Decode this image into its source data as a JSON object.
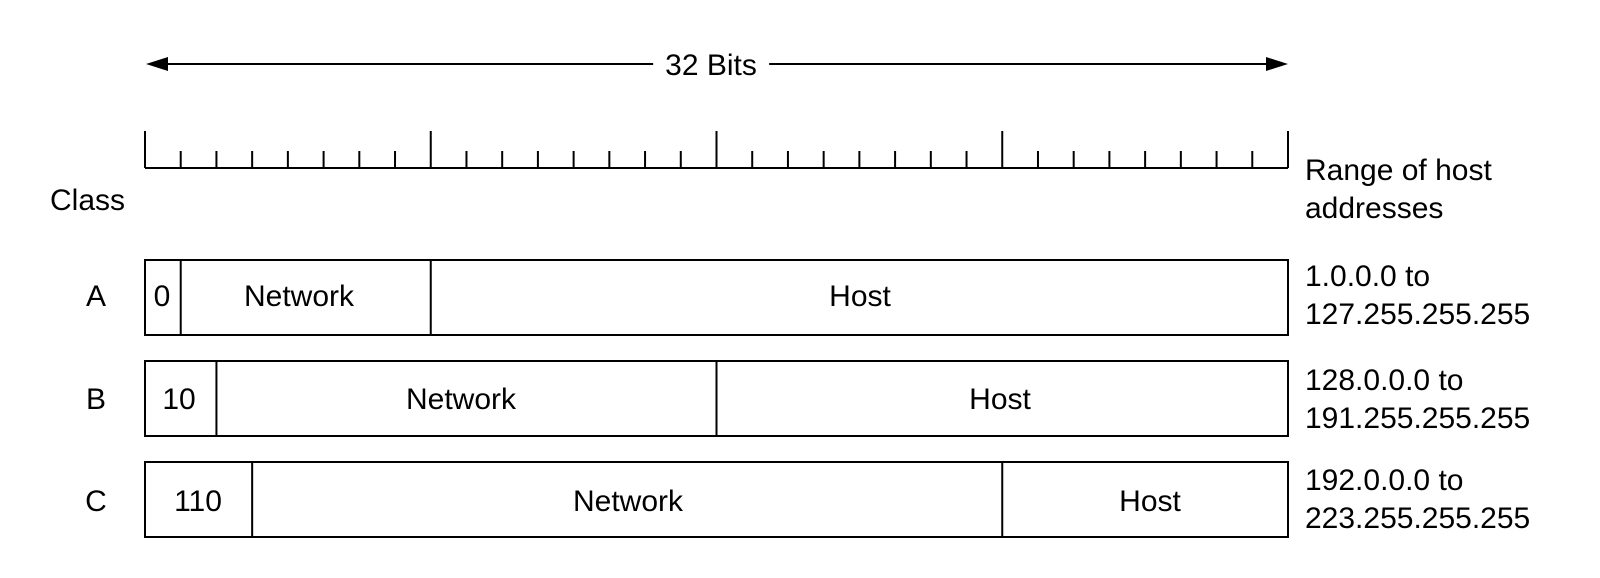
{
  "header": {
    "title": "32 Bits"
  },
  "class_label": "Class",
  "range_label": [
    "Range of host",
    "addresses"
  ],
  "ruler": {
    "bits": 32,
    "major_every": 8
  },
  "classes": [
    {
      "name": "A",
      "prefix": "0",
      "network_label": "Network",
      "host_label": "Host",
      "prefix_bits": 1,
      "network_end_bit": 8,
      "range": [
        "1.0.0.0 to",
        "127.255.255.255"
      ]
    },
    {
      "name": "B",
      "prefix": "10",
      "network_label": "Network",
      "host_label": "Host",
      "prefix_bits": 2,
      "network_end_bit": 16,
      "range": [
        "128.0.0.0 to",
        "191.255.255.255"
      ]
    },
    {
      "name": "C",
      "prefix": "110",
      "network_label": "Network",
      "host_label": "Host",
      "prefix_bits": 3,
      "network_end_bit": 24,
      "range": [
        "192.0.0.0 to",
        "223.255.255.255"
      ]
    }
  ]
}
